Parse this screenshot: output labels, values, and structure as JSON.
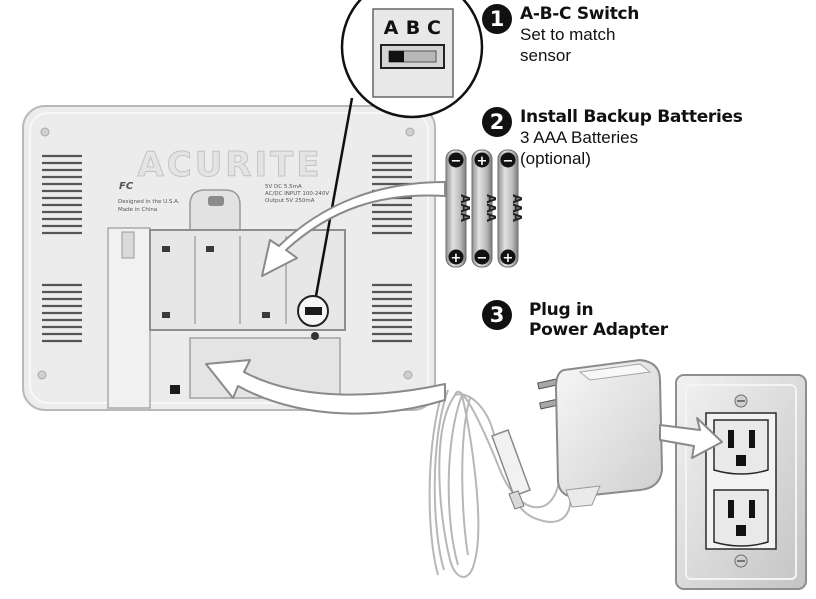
{
  "switch_callout": {
    "letters": [
      "A",
      "B",
      "C"
    ]
  },
  "steps": [
    {
      "number": "1",
      "title": "A-B-C Switch",
      "description_lines": [
        "Set to match",
        "sensor"
      ]
    },
    {
      "number": "2",
      "title": "Install Backup Batteries",
      "description_lines": [
        "3 AAA Batteries",
        "(optional)"
      ]
    },
    {
      "number": "3",
      "title_lines": [
        "Plug in",
        "Power Adapter"
      ]
    }
  ],
  "device": {
    "brand": "ACURITE",
    "fcc_mark": "FC",
    "label_left": [
      "Designed in the U.S.A.",
      "Made in China"
    ],
    "label_right": [
      "5V DC 5.5mA",
      "AC/DC INPUT 100-240V",
      "Output 5V 250mA"
    ]
  },
  "batteries": [
    {
      "label": "AAA",
      "top_terminal": "−",
      "bottom_terminal": "+"
    },
    {
      "label": "AAA",
      "top_terminal": "+",
      "bottom_terminal": "−"
    },
    {
      "label": "AAA",
      "top_terminal": "−",
      "bottom_terminal": "+"
    }
  ],
  "colors": {
    "ink": "#111111",
    "device_body": "#ececec",
    "device_outline": "#b9b9b9",
    "arrow_fill": "#ffffff",
    "arrow_stroke": "#8a8a8a",
    "battery_body": "#c9c9c9",
    "outlet_plate": "#dcdcdc"
  }
}
